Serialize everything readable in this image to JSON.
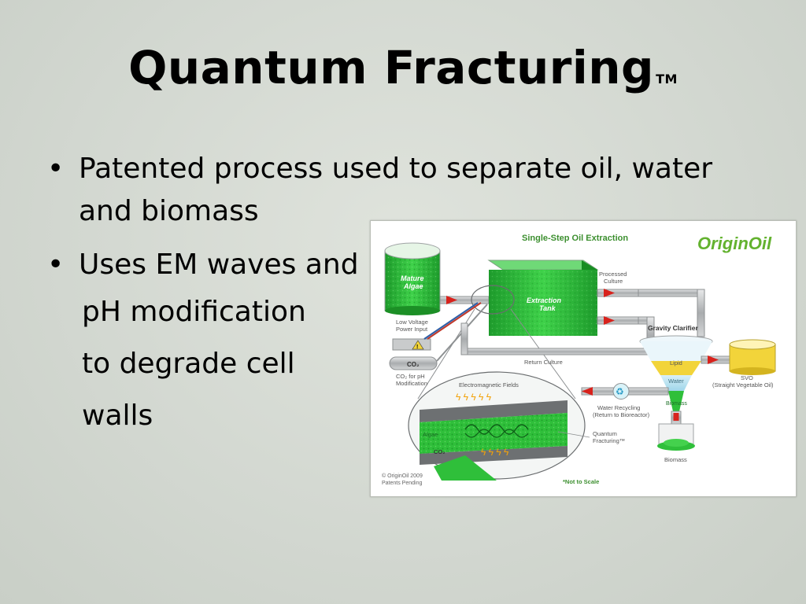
{
  "slide": {
    "title": "Quantum Fracturing",
    "trademark": "TM",
    "bullets": [
      {
        "lines": [
          "Patented process used to separate oil, water and biomass"
        ]
      },
      {
        "lines": [
          "Uses EM waves and",
          "pH modification",
          "to degrade cell",
          "walls"
        ]
      }
    ]
  },
  "diagram": {
    "title": "Single-Step Oil Extraction",
    "logo": "OriginOil",
    "labels": {
      "mature_algae_1": "Mature",
      "mature_algae_2": "Algae",
      "low_voltage_1": "Low Voltage",
      "low_voltage_2": "Power Input",
      "co2": "CO₂",
      "co2_ph_1": "CO₂ for pH",
      "co2_ph_2": "Modification",
      "extraction_1": "Extraction",
      "extraction_2": "Tank",
      "processed_1": "Processed",
      "processed_2": "Culture",
      "return_culture": "Return Culture",
      "gravity_clarifier": "Gravity Clarifier",
      "lipid": "Lipid",
      "water": "Water",
      "biomass_cone": "Biomass",
      "svo_1": "SVO",
      "svo_2": "(Straight Vegetable Oil)",
      "water_recycling_1": "Water Recycling",
      "water_recycling_2": "(Return to Bioreactor)",
      "em_fields": "Electromagnetic Fields",
      "algae": "Algae",
      "co2_inlet": "CO₂",
      "quantum_1": "Quantum",
      "quantum_2": "Fracturing™",
      "biomass": "Biomass",
      "copyright_1": "© OriginOil 2009",
      "copyright_2": "Patents Pending",
      "not_to_scale": "*Not to Scale"
    },
    "colors": {
      "algae_green": "#2fbf3a",
      "dark_green": "#1c8f26",
      "pipe_gray": "#b9bcbd",
      "arrow_red": "#d8221c",
      "lipid_yellow": "#f2d43a",
      "water_blue": "#a9dcef",
      "logo_green": "#63b22f",
      "title_green": "#3c8f2f"
    }
  }
}
